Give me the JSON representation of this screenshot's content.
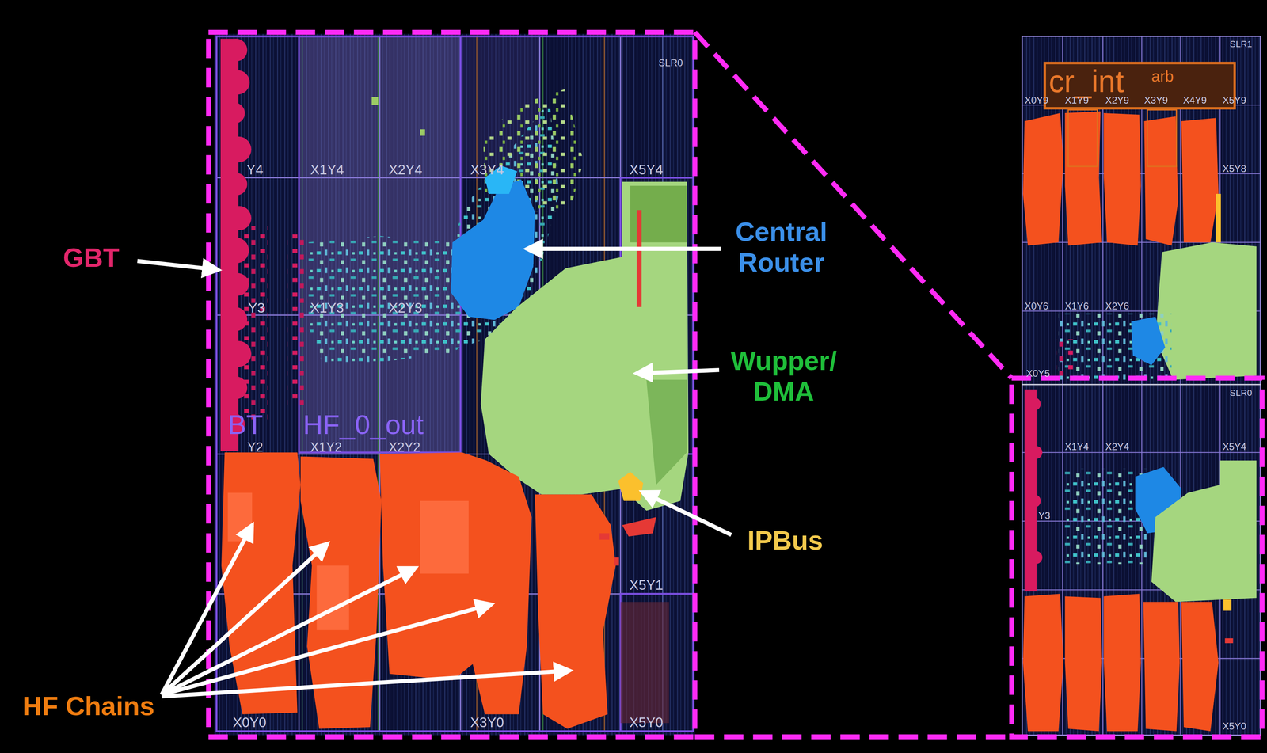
{
  "diagram": {
    "labels": [
      "GBT",
      "Central Router",
      "Wupper/ DMA",
      "IPBus",
      "HF Chains",
      "SLR0",
      "Y4",
      "X1Y4",
      "X2Y4",
      "X3Y4",
      "X5Y4",
      "Y3",
      "X1Y3",
      "X2Y3",
      "BT",
      "HF_0_out",
      "Y2",
      "X1Y2",
      "X2Y2",
      "X5Y1",
      "X0Y0",
      "X3Y0",
      "X5Y0",
      "SLR1",
      "cr_int",
      "arb",
      "X0Y9",
      "X1Y9",
      "X2Y9",
      "X3Y9",
      "X4Y9",
      "X5Y9",
      "X5Y8",
      "X0Y6",
      "X1Y6",
      "X2Y6",
      "X0Y5",
      "SLR0",
      "X1Y4",
      "X2Y4",
      "X5Y4",
      "Y3",
      "X5Y0"
    ]
  }
}
